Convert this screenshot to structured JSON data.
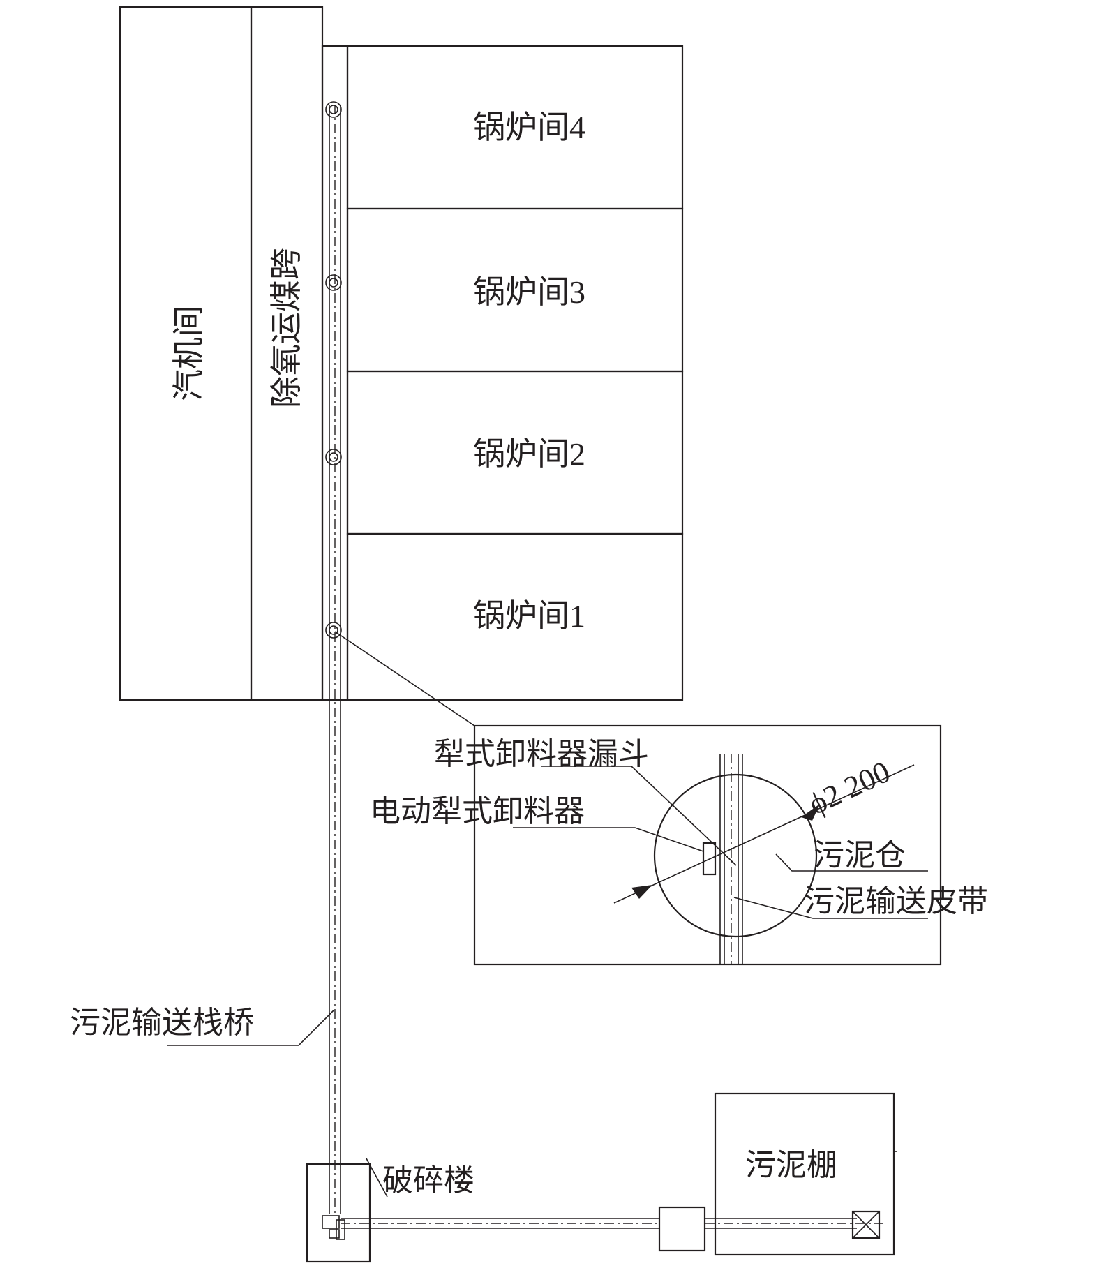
{
  "labels": {
    "turbine_hall": "汽机间",
    "deaerator_bay": "除氧运煤跨",
    "boiler4": "锅炉间4",
    "boiler3": "锅炉间3",
    "boiler2": "锅炉间2",
    "boiler1": "锅炉间1",
    "plough_hopper": "犁式卸料器漏斗",
    "electric_plough": "电动犁式卸料器",
    "diameter": "ϕ2 200",
    "sludge_silo": "污泥仓",
    "sludge_belt": "污泥输送皮带",
    "sludge_trestle": "污泥输送栈桥",
    "crusher_building": "破碎楼",
    "sludge_shed": "污泥棚"
  }
}
